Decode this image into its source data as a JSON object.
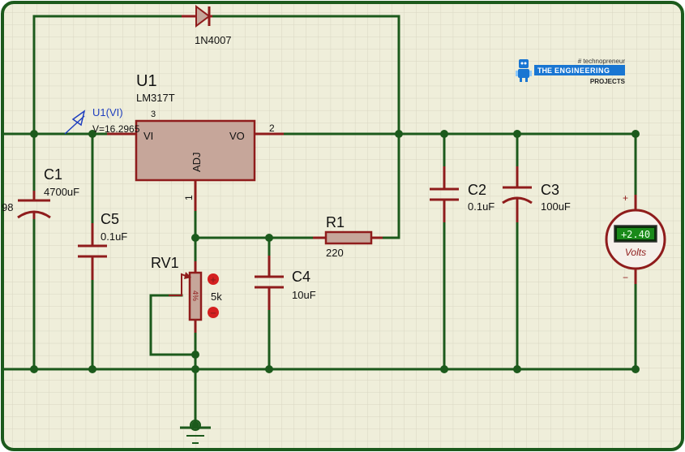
{
  "colors": {
    "wire": "#1c5a1c",
    "component": "#8f1c1c",
    "body_fill": "#c6a69a",
    "grid_bg": "#efeeda",
    "grid_line": "#d8d6c2",
    "border": "#1c5a1c",
    "probe": "#1f3fbf",
    "meter_screen": "#1a8a1a",
    "meter_face": "#f5f0ea",
    "logo_blue": "#1976d2"
  },
  "regulator": {
    "ref": "U1",
    "part": "LM317T",
    "pin_vi": "VI",
    "pin_vo": "VO",
    "pin_adj": "ADJ",
    "pin_num_vo": "2",
    "pin_num_adj": "1",
    "pin_num_vi_partial": "3"
  },
  "probe": {
    "name": "U1(VI)",
    "value": "V=16.2965"
  },
  "diode": {
    "part": "1N4007"
  },
  "c1": {
    "ref": "C1",
    "value": "4700uF",
    "cut_off_text": "98"
  },
  "c5": {
    "ref": "C5",
    "value": "0.1uF"
  },
  "c2": {
    "ref": "C2",
    "value": "0.1uF"
  },
  "c3": {
    "ref": "C3",
    "value": "100uF"
  },
  "c4": {
    "ref": "C4",
    "value": "10uF"
  },
  "r1": {
    "ref": "R1",
    "value": "220"
  },
  "rv1": {
    "ref": "RV1",
    "value": "5k",
    "percent": "4%",
    "btn_up": "+",
    "btn_down": "−"
  },
  "voltmeter": {
    "reading": "+2.40",
    "unit": "Volts",
    "plus": "+",
    "minus": "−"
  },
  "logo": {
    "tag": "# technopreneur",
    "the": "THE",
    "name": "ENGINEERING",
    "sub": "PROJECTS"
  }
}
